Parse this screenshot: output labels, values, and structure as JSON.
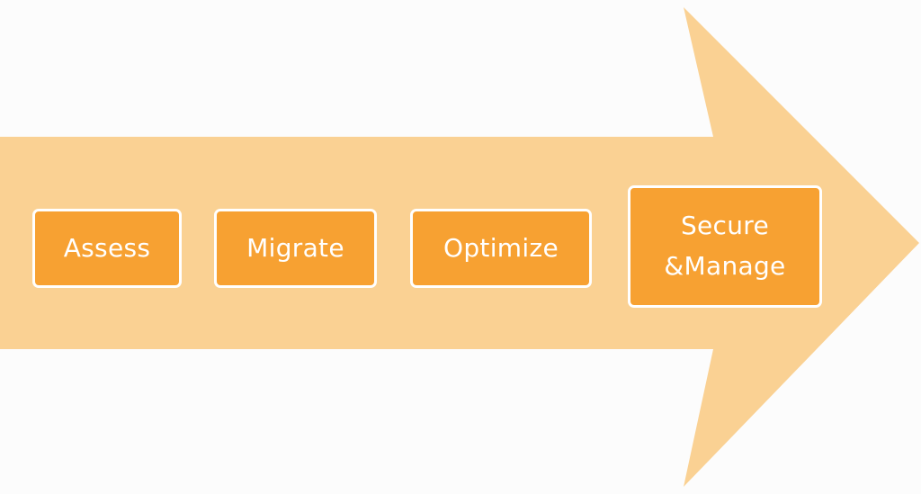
{
  "colors": {
    "background": "#fcfcfc",
    "arrow": "#fad193",
    "box": "#f7a132",
    "box_border": "#ffffff",
    "text": "#ffffff"
  },
  "steps": [
    {
      "label": "Assess"
    },
    {
      "label": "Migrate"
    },
    {
      "label": "Optimize"
    },
    {
      "label": "Secure &Manage"
    }
  ]
}
